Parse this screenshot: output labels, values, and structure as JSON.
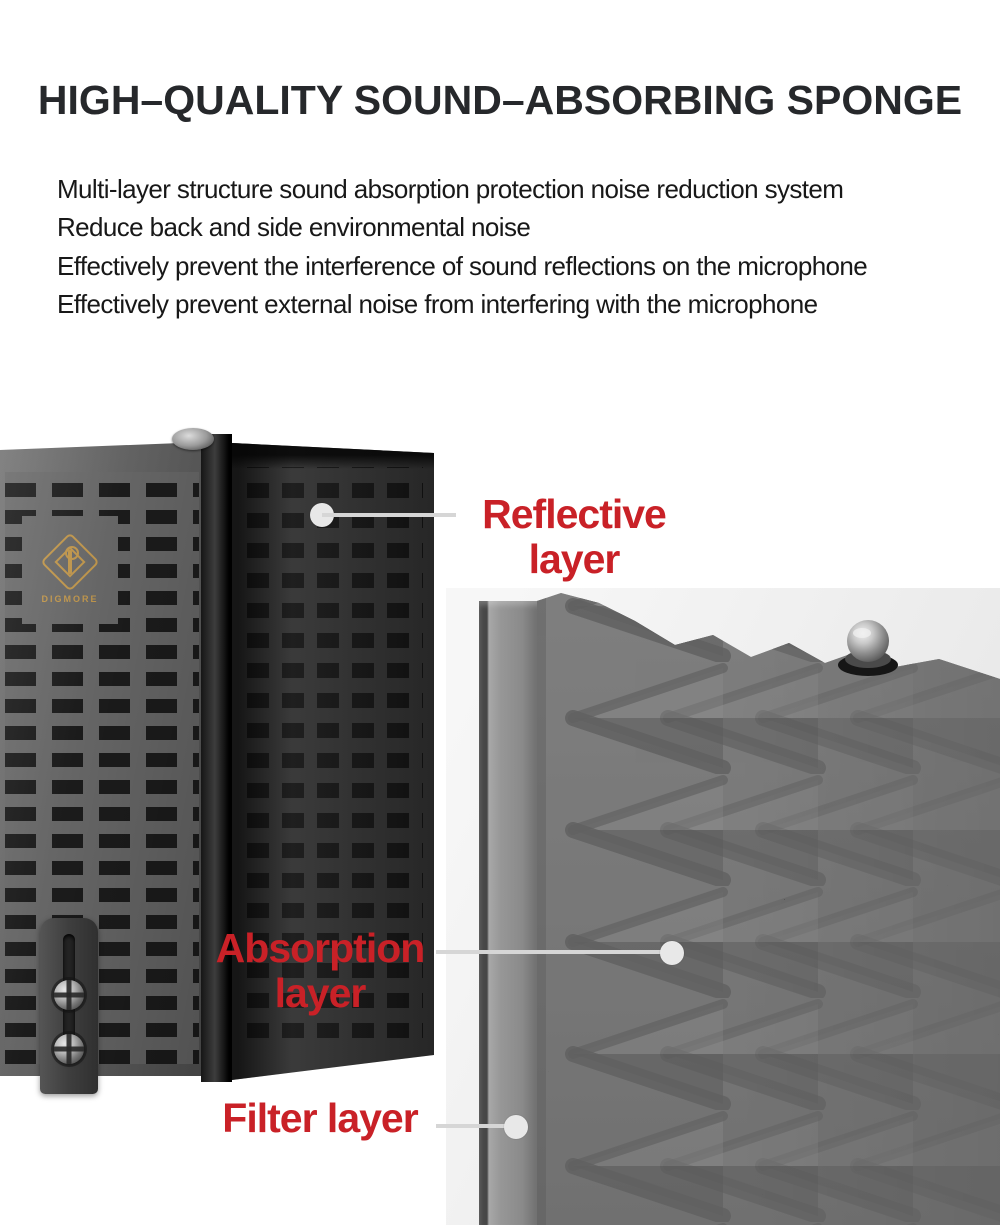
{
  "title": "HIGH–QUALITY SOUND–ABSORBING SPONGE",
  "description": {
    "lines": [
      "Multi-layer structure sound absorption protection noise reduction system",
      "Reduce back and side environmental noise",
      "Effectively prevent the interference of sound reflections on the microphone",
      "Effectively prevent external noise from interfering with the microphone"
    ]
  },
  "callouts": {
    "reflective": {
      "line1": "Reflective",
      "line2": "layer"
    },
    "absorption": {
      "line1": "Absorption",
      "line2": "layer"
    },
    "filter": {
      "label": "Filter layer"
    }
  },
  "brand": {
    "name": "DIGMORE"
  },
  "colors": {
    "label_red": "#c92127",
    "callout_gray": "#d6d6d6",
    "logo_gold": "#c69b4e",
    "title_text": "#26282b",
    "body_text": "#181818"
  }
}
